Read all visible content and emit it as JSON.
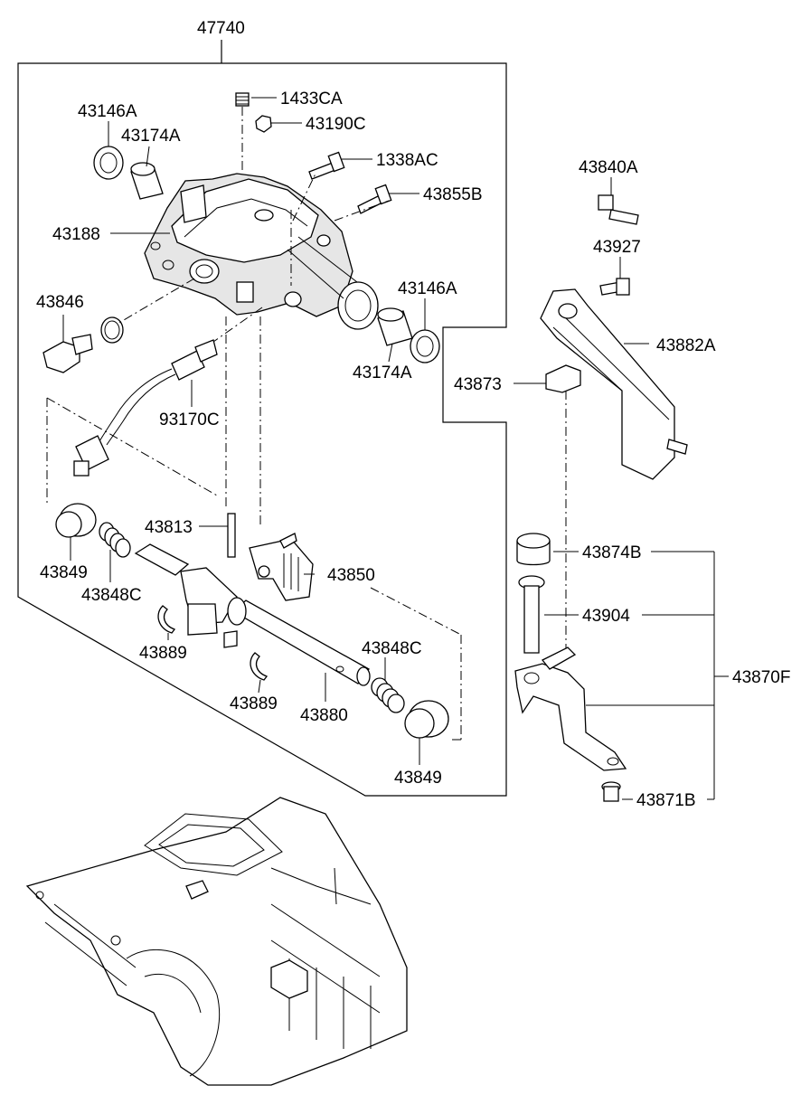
{
  "labels": {
    "assembly": "47740",
    "p1433CA": "1433CA",
    "p43190C": "43190C",
    "p43146A_top": "43146A",
    "p43174A_top": "43174A",
    "p1338AC": "1338AC",
    "p43855B": "43855B",
    "p43188": "43188",
    "p43846": "43846",
    "p43146A_right": "43146A",
    "p43174A_right": "43174A",
    "p93170C": "93170C",
    "p43813": "43813",
    "p43850": "43850",
    "p43849_left": "43849",
    "p43848C_left": "43848C",
    "p43889_left": "43889",
    "p43848C_right": "43848C",
    "p43889_right": "43889",
    "p43880": "43880",
    "p43849_right": "43849",
    "p43840A": "43840A",
    "p43927": "43927",
    "p43882A": "43882A",
    "p43873": "43873",
    "p43874B": "43874B",
    "p43904": "43904",
    "p43870F": "43870F",
    "p43871B": "43871B"
  }
}
